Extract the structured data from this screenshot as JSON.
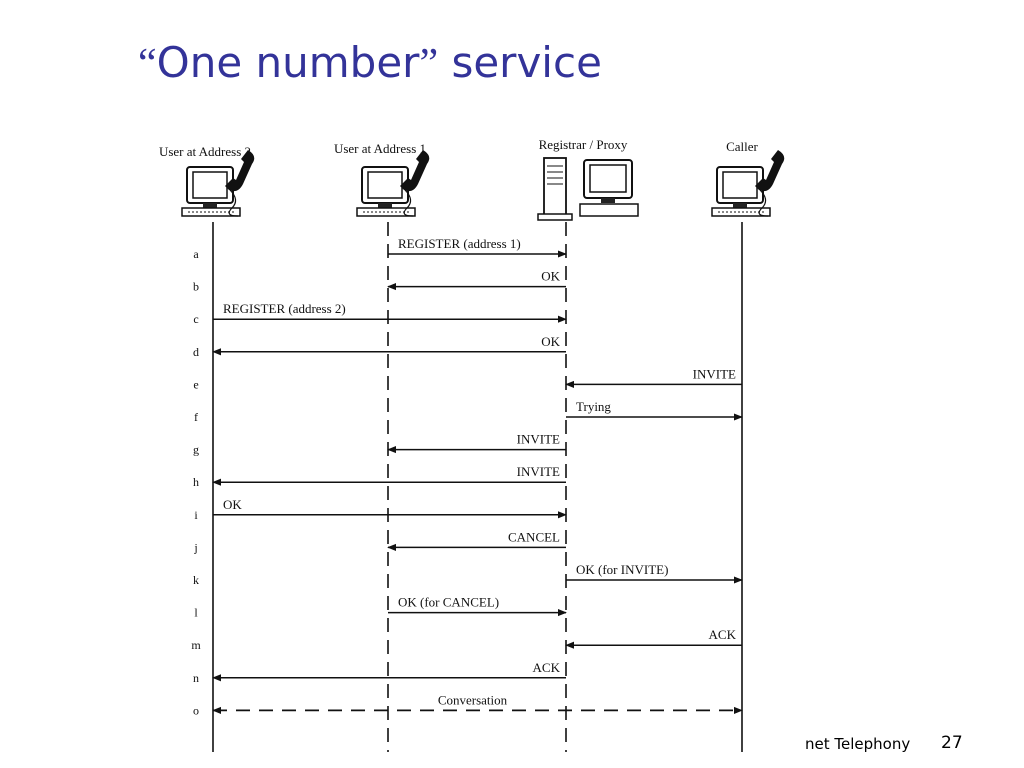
{
  "slide": {
    "title_quote_open": "“",
    "title_main": "One number",
    "title_quote_close": "”",
    "title_tail": " service",
    "footer_left": "net Telephony",
    "page_number": "27"
  },
  "entities": [
    {
      "id": "addr2",
      "label": "User at Address 2",
      "icon": "computer-phone-icon"
    },
    {
      "id": "addr1",
      "label": "User at Address 1",
      "icon": "computer-phone-icon"
    },
    {
      "id": "proxy",
      "label": "Registrar / Proxy",
      "icon": "server-computer-icon"
    },
    {
      "id": "caller",
      "label": "Caller",
      "icon": "computer-phone-icon"
    }
  ],
  "steps": [
    {
      "row": "a",
      "from": "addr1",
      "to": "proxy",
      "label": "REGISTER (address 1)"
    },
    {
      "row": "b",
      "from": "proxy",
      "to": "addr1",
      "label": "OK"
    },
    {
      "row": "c",
      "from": "addr2",
      "to": "proxy",
      "label": "REGISTER (address 2)"
    },
    {
      "row": "d",
      "from": "proxy",
      "to": "addr2",
      "label": "OK"
    },
    {
      "row": "e",
      "from": "caller",
      "to": "proxy",
      "label": "INVITE"
    },
    {
      "row": "f",
      "from": "proxy",
      "to": "caller",
      "label": "Trying"
    },
    {
      "row": "g",
      "from": "proxy",
      "to": "addr1",
      "label": "INVITE"
    },
    {
      "row": "h",
      "from": "proxy",
      "to": "addr2",
      "label": "INVITE"
    },
    {
      "row": "i",
      "from": "addr2",
      "to": "proxy",
      "label": "OK"
    },
    {
      "row": "j",
      "from": "proxy",
      "to": "addr1",
      "label": "CANCEL"
    },
    {
      "row": "k",
      "from": "proxy",
      "to": "caller",
      "label": "OK (for INVITE)"
    },
    {
      "row": "l",
      "from": "addr1",
      "to": "proxy",
      "label": "OK (for CANCEL)"
    },
    {
      "row": "m",
      "from": "caller",
      "to": "proxy",
      "label": "ACK"
    },
    {
      "row": "n",
      "from": "proxy",
      "to": "addr2",
      "label": "ACK"
    },
    {
      "row": "o",
      "from": "addr2",
      "to": "caller",
      "label": "Conversation",
      "dashed": true,
      "both": true
    }
  ],
  "colors": {
    "title": "#333399",
    "line": "#111111"
  }
}
